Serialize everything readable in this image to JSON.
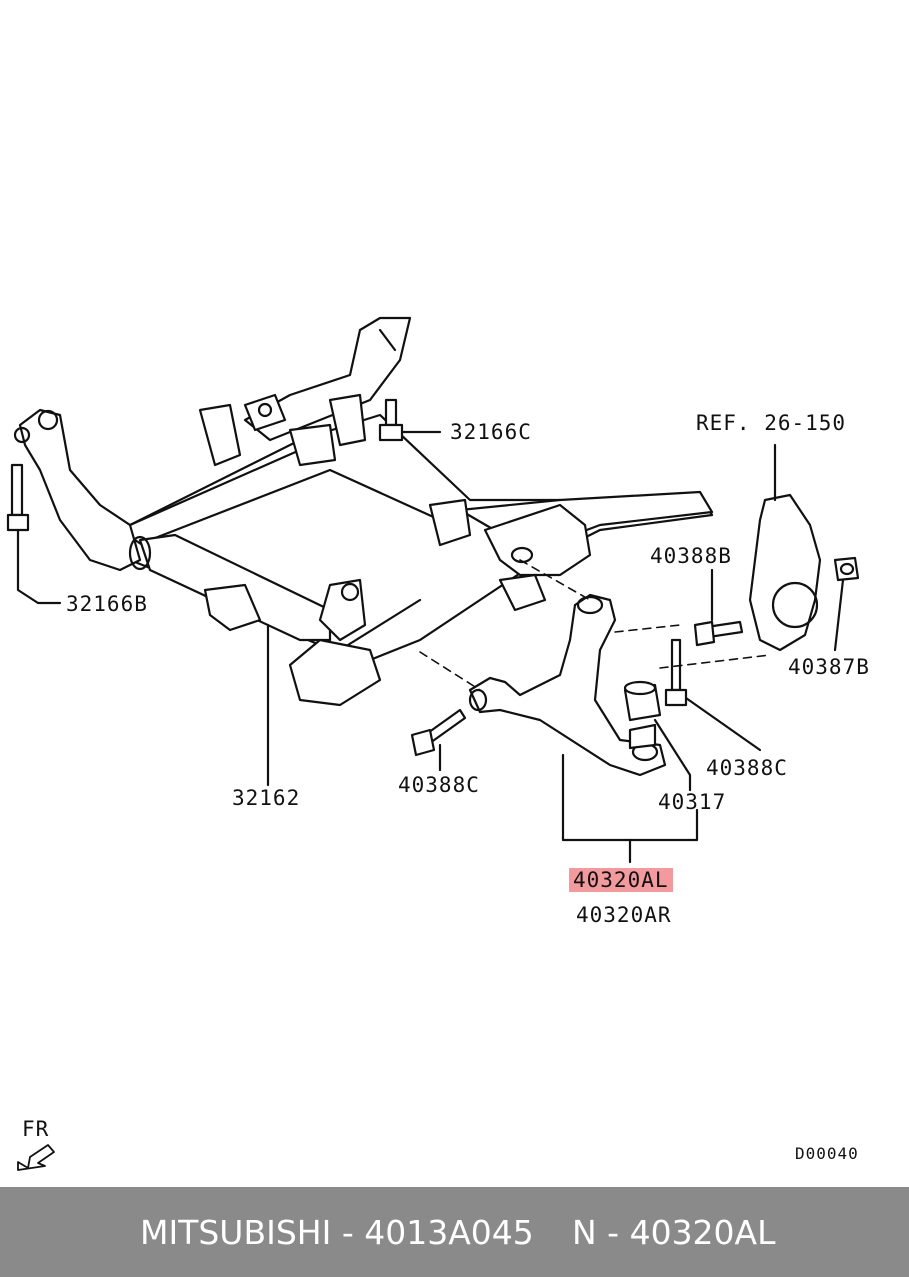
{
  "callouts": {
    "ref": "REF. 26-150",
    "bolt_upper": "32166C",
    "bolt_left": "32166B",
    "bolt_b": "40388B",
    "nut": "40387B",
    "bolt_c_right": "40388C",
    "bolt_c_left": "40388C",
    "crossmember": "32162",
    "bushing": "40317",
    "arm_left": "40320AL",
    "arm_right": "40320AR"
  },
  "direction_label": "FR",
  "figure_code": "D00040",
  "footer": {
    "part_info": "MITSUBISHI - 4013A045",
    "oem_number": "N - 40320AL"
  },
  "colors": {
    "highlight": "#f29a9d",
    "footer_bg": "#8a8a8a",
    "line": "#111111"
  }
}
